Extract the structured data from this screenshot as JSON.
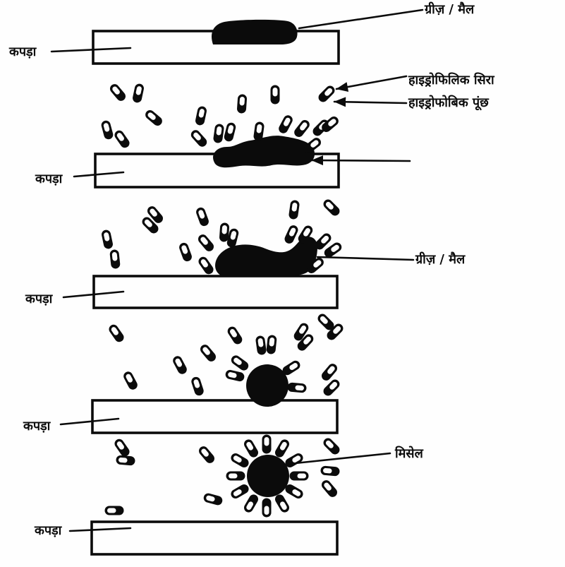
{
  "figure": {
    "subject": "soap-micelle-cleansing-action-diagram",
    "stage_count": 5
  },
  "colors": {
    "ink": "#0b0b0b",
    "paper": "#fefefe"
  },
  "labels": {
    "cloth": "कपड़ा",
    "grease": "ग्रीज़ / मैल",
    "hydrophilic_head": "हाइड्रोफिलिक सिरा",
    "hydrophobic_tail": "हाइड्रोफोबिक पूंछ",
    "micelle": "मिसेल"
  },
  "icons": {
    "surfactant-molecule-icon": "black capsule with white pill-shaped hydrophilic head",
    "grease-blob-icon": "solid black irregular blob",
    "micelle-ball-icon": "solid black circle ringed by surfactant capsules",
    "cloth-bar-icon": "white rectangle with thick black border",
    "arrowhead-icon": "solid black triangle pointer"
  }
}
